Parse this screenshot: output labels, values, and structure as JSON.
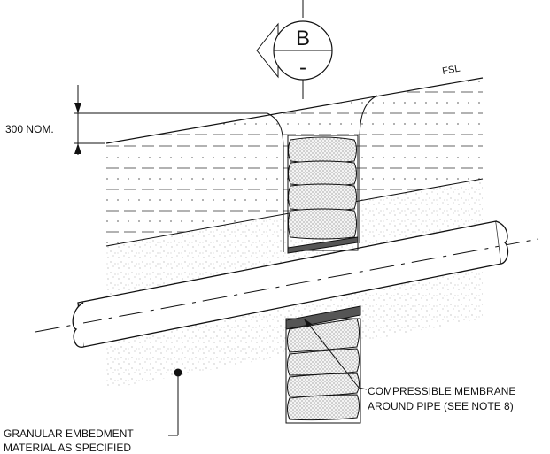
{
  "section_marker": {
    "letter": "B",
    "sheet": "-"
  },
  "labels": {
    "fsl": "FSL",
    "depth": "300 NOM.",
    "membrane_line1": "COMPRESSIBLE MEMBRANE",
    "membrane_line2": "AROUND PIPE (SEE NOTE 8)",
    "embedment_line1": "GRANULAR EMBEDMENT",
    "embedment_line2": "MATERIAL AS SPECIFIED"
  },
  "colors": {
    "line": "#111111",
    "membrane": "#555555",
    "background": "#ffffff"
  }
}
